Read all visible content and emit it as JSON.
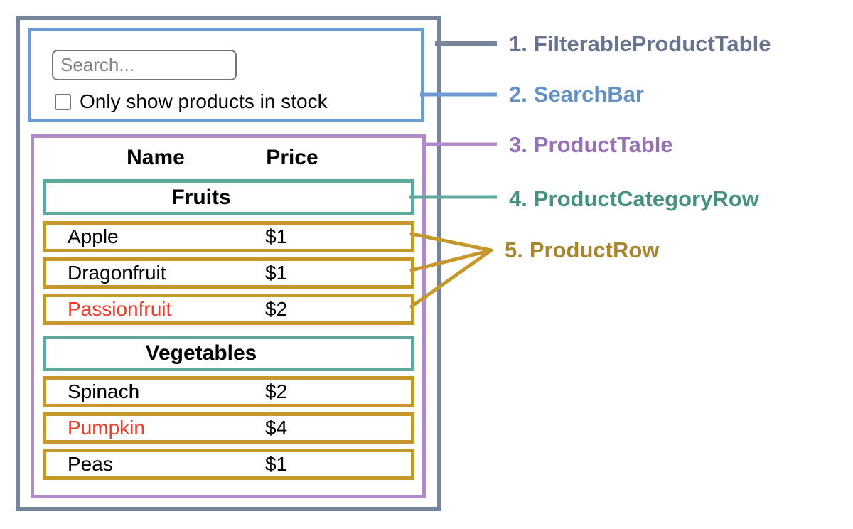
{
  "search_bar": {
    "input_placeholder": "Search...",
    "checkbox_label": "Only show products in stock",
    "checkbox_checked": false
  },
  "product_table": {
    "name_header": "Name",
    "price_header": "Price",
    "sections": [
      {
        "category": "Fruits",
        "rows": [
          {
            "name": "Apple",
            "price": "$1"
          },
          {
            "name": "Dragonfruit",
            "price": "$1"
          },
          {
            "name": "Passionfruit",
            "price": "$2",
            "name_color": "#f23a2a"
          }
        ]
      },
      {
        "category": "Vegetables",
        "rows": [
          {
            "name": "Spinach",
            "price": "$2"
          },
          {
            "name": "Pumpkin",
            "price": "$4",
            "name_color": "#f23a2a"
          },
          {
            "name": "Peas",
            "price": "$1"
          }
        ]
      }
    ]
  },
  "legend": [
    {
      "number": "1.",
      "name": "FilterableProductTable",
      "color": "#68748f"
    },
    {
      "number": "2.",
      "name": "SearchBar",
      "color": "#6491c5"
    },
    {
      "number": "3.",
      "name": "ProductTable",
      "color": "#9771b3"
    },
    {
      "number": "4.",
      "name": "ProductCategoryRow",
      "color": "#44917f"
    },
    {
      "number": "5.",
      "name": "ProductRow",
      "color": "#a8862e"
    }
  ],
  "colors": {
    "filterable_product_table_border": "#76849b",
    "search_bar_border": "#6d9ad2",
    "product_table_border": "#b18bc9",
    "category_row_border": "#5fa99c",
    "product_row_border": "#c6982b",
    "out_of_stock_text": "#f23a2a",
    "input_border": "#757575",
    "placeholder_text": "#838383"
  }
}
